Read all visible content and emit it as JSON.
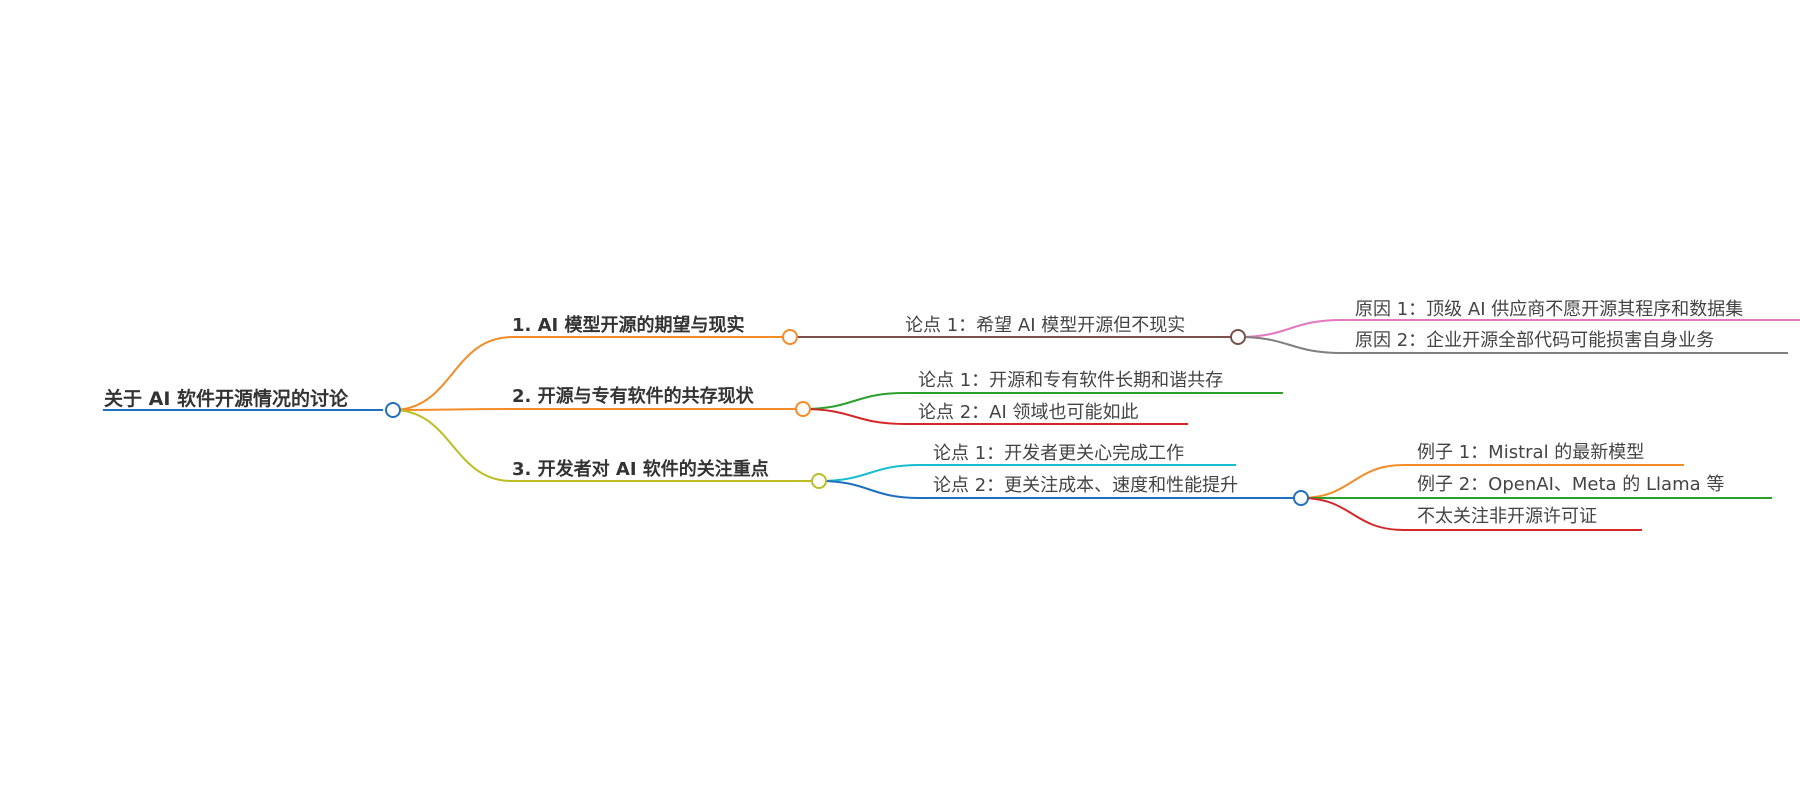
{
  "mindmap": {
    "root": {
      "label": "关于 AI 软件开源情况的讨论",
      "color": "#1f6fbf"
    },
    "branches": [
      {
        "label": "1. AI 模型开源的期望与现实",
        "color": "#f28c28",
        "children": [
          {
            "label": "论点 1：希望 AI 模型开源但不现实",
            "color": "#7b4f4b",
            "children": [
              {
                "label": "原因 1：顶级 AI 供应商不愿开源其程序和数据集",
                "color": "#e377c2"
              },
              {
                "label": "原因 2：企业开源全部代码可能损害自身业务",
                "color": "#7f7f7f"
              }
            ]
          }
        ]
      },
      {
        "label": "2. 开源与专有软件的共存现状",
        "color": "#f28c28",
        "children": [
          {
            "label": "论点 1：开源和专有软件长期和谐共存",
            "color": "#2ca02c"
          },
          {
            "label": "论点 2：AI 领域也可能如此",
            "color": "#d62728"
          }
        ]
      },
      {
        "label": "3. 开发者对 AI 软件的关注重点",
        "color": "#bcbd22",
        "children": [
          {
            "label": "论点 1：开发者更关心完成工作",
            "color": "#17becf"
          },
          {
            "label": "论点 2：更关注成本、速度和性能提升",
            "color": "#1f6fbf",
            "children": [
              {
                "label": "例子 1：Mistral 的最新模型",
                "color": "#f28c28"
              },
              {
                "label": "例子 2：OpenAI、Meta 的 Llama 等",
                "color": "#2ca02c"
              },
              {
                "label": "不太关注非开源许可证",
                "color": "#d62728"
              }
            ]
          }
        ]
      }
    ]
  }
}
